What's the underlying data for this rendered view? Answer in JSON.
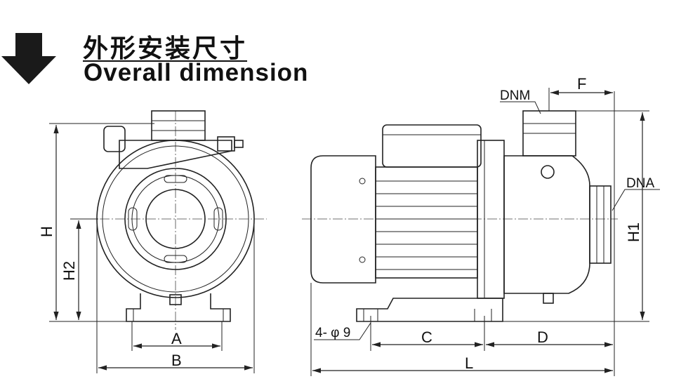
{
  "header": {
    "title_cn": "外形安装尺寸",
    "title_en": "Overall dimension",
    "icon": "arrow-down-icon"
  },
  "front_view": {
    "labels": {
      "H": "H",
      "H2": "H2",
      "A": "A",
      "B": "B"
    }
  },
  "side_view": {
    "labels": {
      "C": "C",
      "D": "D",
      "L": "L",
      "H1": "H1",
      "F": "F",
      "DNM": "DNM",
      "DNA": "DNA",
      "holes": "4- φ 9"
    }
  },
  "colors": {
    "line": "#222222",
    "background": "#ffffff"
  }
}
